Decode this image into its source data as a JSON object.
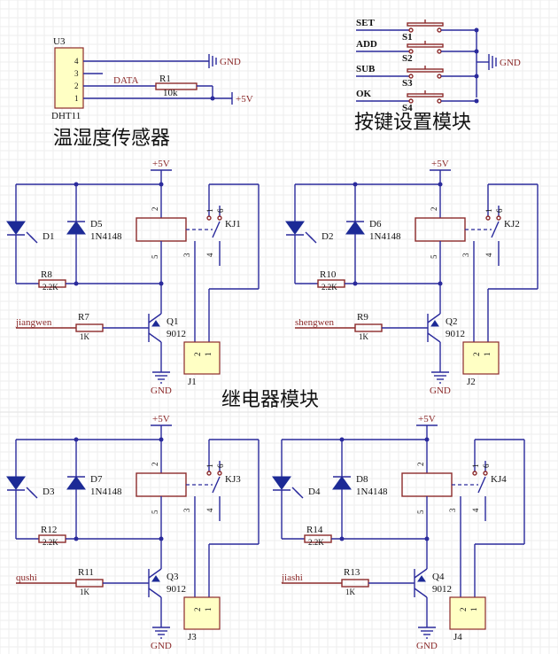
{
  "sensor": {
    "ref": "U3",
    "name": "DHT11",
    "pins": [
      "4",
      "3",
      "2",
      "1"
    ],
    "data_net": "DATA",
    "resistor_ref": "R1",
    "resistor_value": "10k",
    "gnd_label": "GND",
    "vcc_label": "+5V",
    "title": "温湿度传感器"
  },
  "keys": {
    "title": "按键设置模块",
    "gnd_label": "GND",
    "buttons": [
      {
        "net": "SET",
        "ref": "S1"
      },
      {
        "net": "ADD",
        "ref": "S2"
      },
      {
        "net": "SUB",
        "ref": "S3"
      },
      {
        "net": "OK",
        "ref": "S4"
      }
    ]
  },
  "relay_title": "继电器模块",
  "relay_labels": {
    "vcc": "+5V",
    "gnd": "GND",
    "diode_part": "1N4148",
    "led_res_value": "2.2K",
    "base_res_value": "1K",
    "transistor_part": "9012",
    "coil_pins": [
      "2",
      "5"
    ],
    "contact_pins": [
      "1",
      "6",
      "3",
      "4"
    ],
    "connector_pins": [
      "2",
      "1"
    ]
  },
  "relays": [
    {
      "input_net": "jiangwen",
      "led": "D1",
      "diode": "D5",
      "led_res": "R8",
      "base_res": "R7",
      "transistor": "Q1",
      "relay": "KJ1",
      "connector": "J1"
    },
    {
      "input_net": "shengwen",
      "led": "D2",
      "diode": "D6",
      "led_res": "R10",
      "base_res": "R9",
      "transistor": "Q2",
      "relay": "KJ2",
      "connector": "J2"
    },
    {
      "input_net": "qushi",
      "led": "D3",
      "diode": "D7",
      "led_res": "R12",
      "base_res": "R11",
      "transistor": "Q3",
      "relay": "KJ3",
      "connector": "J3"
    },
    {
      "input_net": "jiashi",
      "led": "D4",
      "diode": "D8",
      "led_res": "R14",
      "base_res": "R13",
      "transistor": "Q4",
      "relay": "KJ4",
      "connector": "J4"
    }
  ]
}
